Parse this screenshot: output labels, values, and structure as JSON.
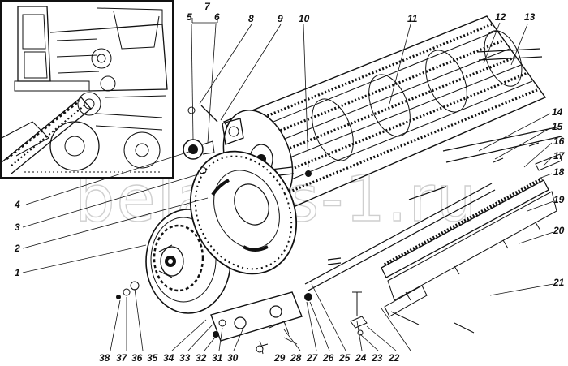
{
  "watermark": "belarus-1.ru",
  "labels": {
    "l1": "1",
    "l2": "2",
    "l3": "3",
    "l4": "4",
    "l5": "5",
    "l6": "6",
    "l7": "7",
    "l8": "8",
    "l9": "9",
    "l10": "10",
    "l11": "11",
    "l12": "12",
    "l13": "13",
    "l14": "14",
    "l15": "15",
    "l16": "16",
    "l17": "17",
    "l18": "18",
    "l19": "19",
    "l20": "20",
    "l21": "21",
    "l22": "22",
    "l23": "23",
    "l24": "24",
    "l25": "25",
    "l26": "26",
    "l27": "27",
    "l28": "28",
    "l29": "29",
    "l30": "30",
    "l31": "31",
    "l32": "32",
    "l33": "33",
    "l34": "34",
    "l35": "35",
    "l36": "36",
    "l37": "37",
    "l38": "38"
  }
}
